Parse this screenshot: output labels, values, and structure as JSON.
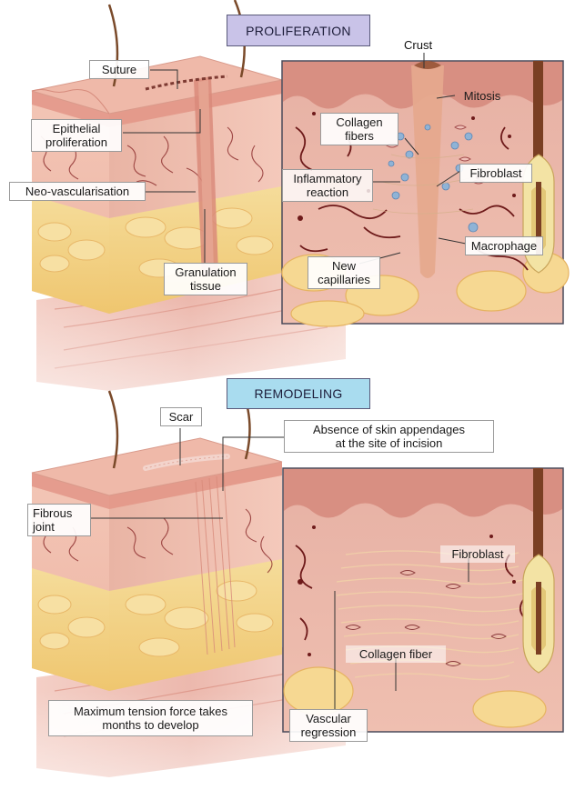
{
  "stages": [
    {
      "title": "PROLIFERATION",
      "title_color": "#c9c3e8",
      "labels": {
        "suture": "Suture",
        "epithelial": "Epithelial\nproliferation",
        "neovasc": "Neo-vascularisation",
        "granulation": "Granulation\ntissue",
        "crust": "Crust",
        "mitosis": "Mitosis",
        "collagen": "Collagen\nfibers",
        "inflammatory": "Inflammatory\nreaction",
        "fibroblast": "Fibroblast",
        "macrophage": "Macrophage",
        "capillaries": "New\ncapillaries"
      }
    },
    {
      "title": "REMODELING",
      "title_color": "#a9dcef",
      "labels": {
        "scar": "Scar",
        "absence": "Absence of skin appendages\nat the site of incision",
        "fibrous": "Fibrous\njoint",
        "fibroblast": "Fibroblast",
        "collagen": "Collagen fiber",
        "vascular": "Vascular\nregression",
        "tension": "Maximum tension force takes\nmonths to develop"
      }
    }
  ],
  "colors": {
    "epidermis": "#e6a79a",
    "dermis": "#f2c3b3",
    "fat": "#f3d58e",
    "muscle": "#e9a79a",
    "vessel": "#7a1f1f",
    "frame": "#5a5a6a"
  }
}
